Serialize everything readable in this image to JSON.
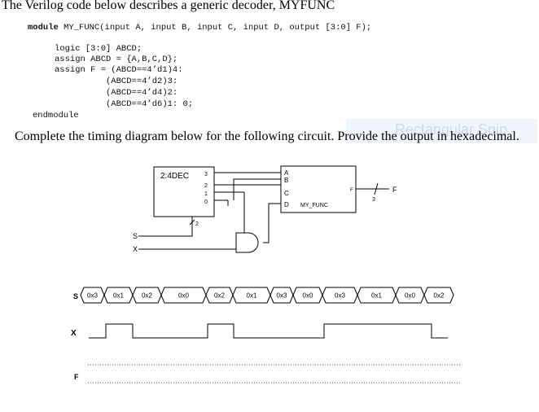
{
  "heading": "The Verilog code below describes a generic decoder, MYFUNC",
  "code": {
    "module_keyword": "module",
    "module_sig": " MY_FUNC(input A, input B, input C, input D, output [3:0] F);",
    "lines": [
      "logic [3:0] ABCD;",
      "assign ABCD = {A,B,C,D};",
      "assign F = (ABCD==4’d1)4:",
      "          (ABCD==4’d2)3:",
      "          (ABCD==4’d4)2:",
      "          (ABCD==4’d6)1: 0;"
    ],
    "endmodule": "endmodule"
  },
  "question": "Complete the timing diagram below for the following circuit.  Provide the output in hexadecimal.",
  "watermark": "Rectangular Snip",
  "circuit": {
    "decoder_label": "2:4DEC",
    "decoder_outputs": [
      "3",
      "2",
      "1",
      "0"
    ],
    "decoder_select_width": "2",
    "inputs": [
      "S",
      "X"
    ],
    "myfunc_label": "MY_FUNC",
    "myfunc_ports": [
      "A",
      "B",
      "C",
      "D"
    ],
    "myfunc_out_port": "F",
    "output_label": "F",
    "output_bus_width": "3"
  },
  "timing": {
    "signals": [
      "S",
      "X",
      "F"
    ],
    "s_values": [
      "0x3",
      "0x1",
      "0x2",
      "0x0",
      "0x2",
      "0x1",
      "0x3",
      "0x0",
      "0x3",
      "0x1",
      "0x0",
      "0x2"
    ]
  }
}
